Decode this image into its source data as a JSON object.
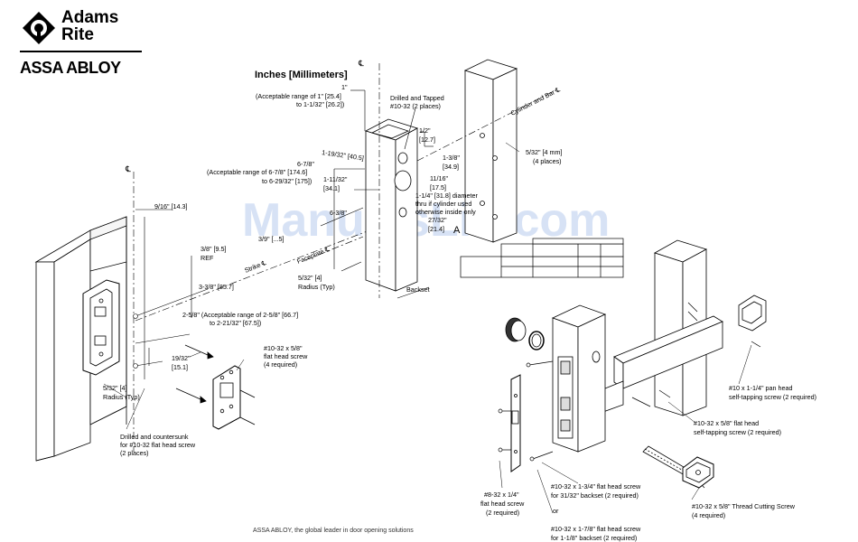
{
  "brand": {
    "name_line1": "Adams",
    "name_line2": "Rite",
    "parent": "ASSA ABLOY",
    "logo_icon": "adams-rite-logo-icon"
  },
  "units_title": "Inches [Millimeters]",
  "footer": "ASSA ABLOY, the global leader in door opening solutions",
  "watermark": "ManualsLib.com",
  "centerline_symbol": "℄",
  "labels": {
    "one_inch": "1\"",
    "one_inch_range_a": "(Acceptable range of 1\" [25.4]",
    "one_inch_range_b": "to 1-1/32\" [26.2])",
    "drilled_tapped_a": "Drilled and Tapped",
    "drilled_tapped_b": "#10-32 (2 places)",
    "half_a": "1/2\"",
    "half_b": "[12.7]",
    "d_6_7_8": "6-7/8\"",
    "range_6_7_8_a": "(Acceptable range of 6-7/8\" [174.6]",
    "range_6_7_8_b": "to 6-29/32\" [175])",
    "d_1_19_32": "1-19/32\" [40.5]",
    "d_1_3_8_a": "1-3/8\"",
    "d_1_3_8_b": "[34.9]",
    "d_1_11_32_a": "1-11/32\"",
    "d_1_11_32_b": "[34.1]",
    "d_11_16_a": "11/16\"",
    "d_11_16_b": "[17.5]",
    "bore_a": "1-1/4\" [31.8] diameter",
    "bore_b": "thru if cylinder used",
    "bore_c": "otherwise inside only",
    "bore_d": "27/32\"",
    "bore_e": "[21.4]",
    "d_6_3_8": "6-3/8\"",
    "d_3_9": "3/9\" [...5]",
    "screw_4mm_a": "5/32\" [4 mm]",
    "screw_4mm_b": "(4 places)",
    "cyl_bar": "Cylinder and Bar ℄",
    "faceplate": "Faceplate ℄",
    "strike": "Strike ℄",
    "radius_r_a": "5/32\" [4]",
    "radius_r_b": "Radius (Typ)",
    "backset": "Backset",
    "section_a": "A",
    "d_9_16": "9/16\" [14.3]",
    "d_3_8_a": "3/8\" [9.5]",
    "d_3_8_b": "REF",
    "d_3_3_8": "3-3/8\" [85.7]",
    "d_2_5_8": "2-5/8\" (Acceptable range of 2-5/8\" [66.7]",
    "d_2_5_8_b": "to 2-21/32\" [67.5])",
    "d_19_32_a": "19/32\"",
    "d_19_32_b": "[15.1]",
    "radius_l_a": "5/32\" [4]",
    "radius_l_b": "Radius (Typ)",
    "screw_10_32_a": "#10-32 x 5/8\"",
    "screw_10_32_b": "flat head screw",
    "screw_10_32_c": "(4 required)",
    "countersunk_a": "Drilled and countersunk",
    "countersunk_b": "for #10-32 flat head screw",
    "countersunk_c": "(2 places)",
    "pan_head_a": "#10 x 1-1/4\" pan head",
    "pan_head_b": "self-tapping screw (2 required)",
    "self_tap_a": "#10-32 x 5/8\" flat head",
    "self_tap_b": "self-tapping screw (2 required)",
    "thread_a": "#10-32 x 5/8\" Thread Cutting Screw",
    "thread_b": "(4 required)",
    "fh_1_4_a": "#8-32 x 1/4\"",
    "fh_1_4_b": "flat head screw",
    "fh_1_4_c": "(2 required)",
    "fh_1_3_4_a": "#10-32 x 1-3/4\" flat head screw",
    "fh_1_3_4_b": "for 31/32\" backset (2 required)",
    "or": "or",
    "fh_1_7_8_a": "#10-32 x 1-7/8\" flat head screw",
    "fh_1_7_8_b": "for 1-1/8\" backset (2 required)"
  }
}
